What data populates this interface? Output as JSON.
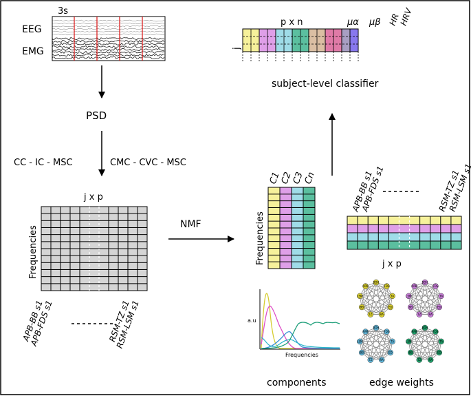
{
  "signals": {
    "duration_label": "3s",
    "eeg_label": "EEG",
    "emg_label": "EMG"
  },
  "steps": {
    "psd": "PSD",
    "left_measures": "CC - IC - MSC",
    "right_measures": "CMC - CVC - MSC",
    "nmf": "NMF"
  },
  "matrix_left": {
    "dims": "j x p",
    "row_label": "Frequencies",
    "col_labels_first": [
      "APB-BB s1",
      "APB-FDS s1"
    ],
    "col_labels_last": [
      "RSM-TZ s1",
      "RSM-LSM s1"
    ]
  },
  "components_matrix": {
    "row_label": "Frequencies",
    "col_labels": [
      "C1",
      "C2",
      "C3",
      "Cn"
    ]
  },
  "weights_matrix": {
    "dims": "j x p",
    "col_labels_first": [
      "APB-BB s1",
      "APB-FDS s1"
    ],
    "col_labels_last": [
      "RSM-TZ s1",
      "RSM-LSM s1"
    ]
  },
  "classifier": {
    "dims": "p x n",
    "row_label": "j",
    "feature_labels": [
      "μα",
      "μβ",
      "HR",
      "HRV"
    ],
    "caption": "subject-level classifier"
  },
  "components_plot": {
    "ylabel": "a.u",
    "xlabel": "Frequencies",
    "caption": "components"
  },
  "graphs": {
    "caption": "edge weights",
    "node_labels": [
      "BDH",
      "FDS",
      "TA",
      "ED",
      "RA",
      "TZ",
      "BB",
      "LSM",
      "APB"
    ]
  },
  "colors": {
    "yellow": "#f6f19b",
    "magenta": "#df9fe8",
    "cyan": "#9fdce8",
    "green": "#5bbf9f",
    "tan": "#dbbfa3",
    "pink": "#e07aa7",
    "violet": "#a89fc3",
    "blue": "#8878ee",
    "grid_gray": "#d5d5d5"
  }
}
